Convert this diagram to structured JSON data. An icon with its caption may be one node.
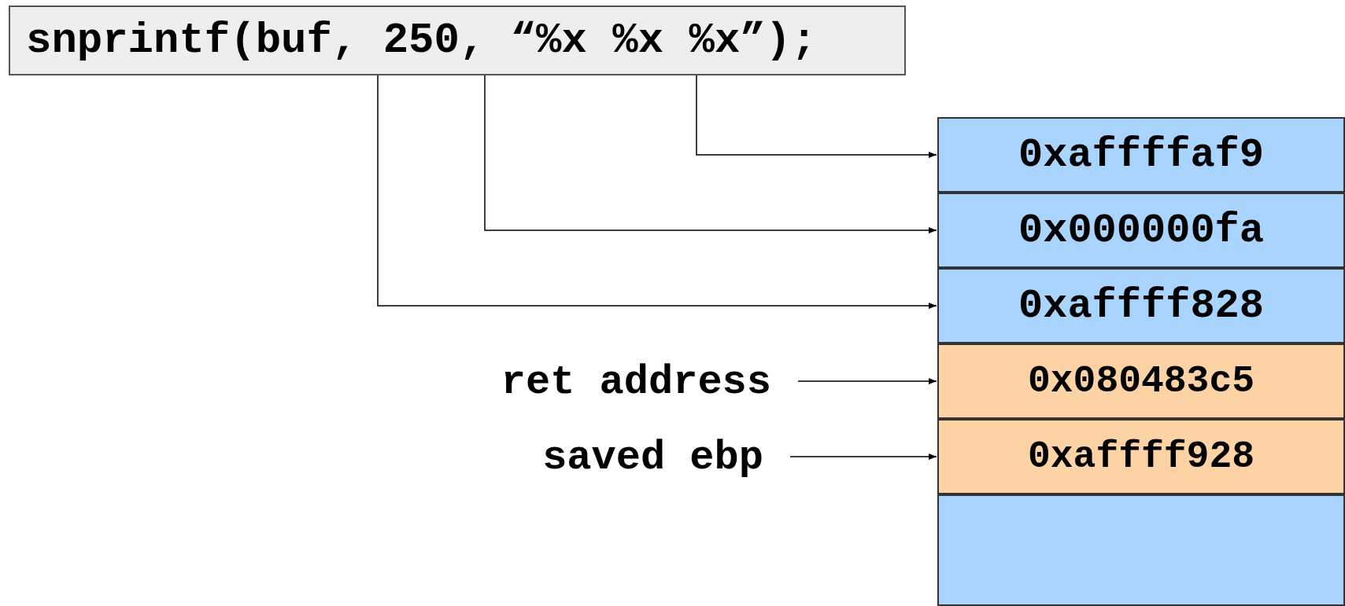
{
  "diagram": {
    "nodes": [
      {
        "text": [
          "snprintf(buf, 250, “%x %x %x”);"
        ]
      },
      {
        "text": [
          "0xaffffaf9"
        ]
      },
      {
        "text": [
          "0x000000fa"
        ]
      },
      {
        "text": [
          "0xaffff828"
        ]
      },
      {
        "text": [
          "ret address"
        ]
      },
      {
        "text": [
          "0x080483c5"
        ]
      },
      {
        "text": [
          "saved ebp"
        ]
      },
      {
        "text": [
          "0xaffff928"
        ]
      },
      {
        "text": [],
        "shape": "box"
      }
    ],
    "edges": [
      {
        "from": 0,
        "to": 1,
        "arrow": "to"
      },
      {
        "from": 0,
        "to": 2,
        "arrow": "to"
      },
      {
        "from": 0,
        "to": 3,
        "arrow": "to"
      },
      {
        "from": 4,
        "to": 5,
        "arrow": "to"
      },
      {
        "from": 6,
        "to": 7,
        "arrow": "to"
      }
    ]
  }
}
